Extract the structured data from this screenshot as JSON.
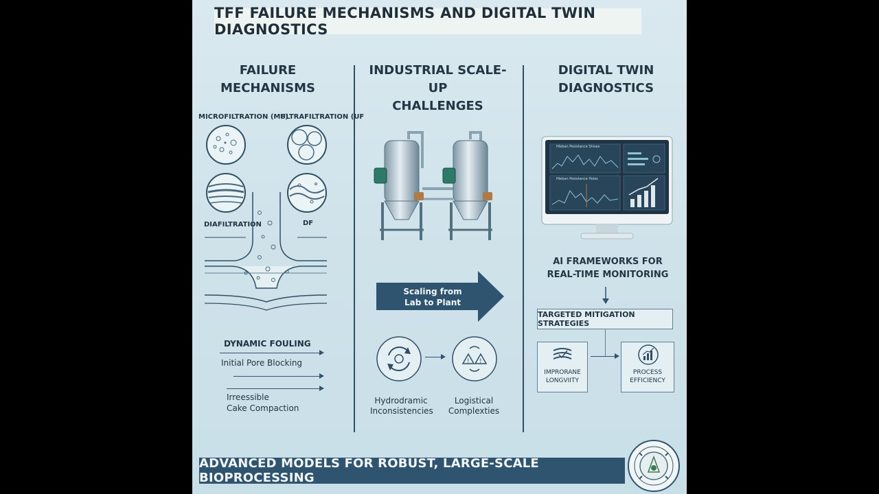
{
  "title": "TFF FAILURE MECHANISMS AND DIGITAL TWIN DIAGNOSTICS",
  "left": {
    "heading_line1": "FAILURE",
    "heading_line2": "MECHANISMS",
    "mf_label": "MICROFILTRATION (MF)",
    "uf_label": "ULTRAFILTRATION (UF",
    "diafiltration_label": "DIAFILTRATION",
    "df_label": "DF",
    "dynamic_fouling": "DYNAMIC FOULING",
    "initial_pore": "Initial Pore Blocking",
    "irreversible_line1": "Irreessible",
    "irreversible_line2": "Cake Compaction"
  },
  "middle": {
    "heading_line1": "INDUSTRIAL SCALE-UP",
    "heading_line2": "CHALLENGES",
    "arrow_line1": "Scaling from",
    "arrow_line2": "Lab to Plant",
    "hydro_line1": "Hydrodramic",
    "hydro_line2": "Inconsistencies",
    "logistic_line1": "Logistical",
    "logistic_line2": "Complexties"
  },
  "right": {
    "heading_line1": "DIGITAL TWIN",
    "heading_line2": "DIAGNOSTICS",
    "screen_label1": "Hleban Pesistance Shises",
    "screen_label2": "Hleban Pesistance Hslas",
    "ai_line1": "AI FRAMEWORKS FOR",
    "ai_line2": "REAL-TIME MONITORING",
    "mitigation": "TARGETED MITIGATION STRATEGIES",
    "longevity_line1": "IMPRORANE",
    "longevity_line2": "LONGVIITY",
    "efficiency_line1": "PROCESS",
    "efficiency_line2": "EFFICIENCY"
  },
  "footer": "ADVANCED MODELS FOR ROBUST, LARGE-SCALE BIOPROCESSING",
  "colors": {
    "accent": "#2f5470",
    "background": "#d3e5ec",
    "title_bg": "#eef4f2"
  }
}
